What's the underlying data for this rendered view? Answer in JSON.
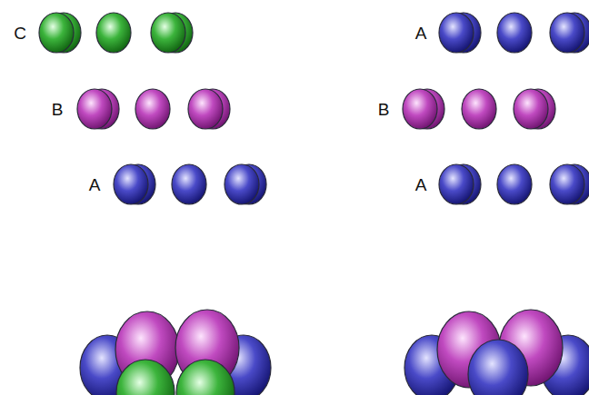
{
  "diagram": {
    "labels": [
      "C",
      "A",
      "B",
      "B",
      "A",
      "A"
    ]
  }
}
